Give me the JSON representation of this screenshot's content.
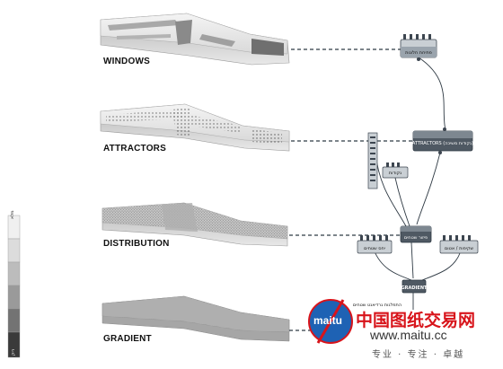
{
  "rows": [
    {
      "id": "windows",
      "label": "WINDOWS"
    },
    {
      "id": "attractors",
      "label": "ATTRACTORS"
    },
    {
      "id": "distribution",
      "label": "DISTRIBUTION"
    },
    {
      "id": "gradient",
      "label": "GRADIENT"
    }
  ],
  "nodes": {
    "windows_node": "פתיחת חלונות",
    "attractors_node": "ATTRACTORS (נקודות משיכה)",
    "vertical_node": "",
    "mid_node": "נקודות",
    "distribution_node": "פיזור שטחים",
    "left_small_node": "יחס שטחים",
    "right_small_node": "שקיפות / אטום",
    "gradient_node": "GRADIENT",
    "caption": "התפלגות גרדיאנט שטחים"
  },
  "scale": {
    "top_label": "מלא",
    "bottom_label": "ריק"
  },
  "watermark": {
    "badge": "maitu",
    "cn_title": "中国图纸交易网",
    "url": "www.maitu.cc",
    "slogan": "专业 · 专注 · 卓越"
  },
  "colors": {
    "node_fill": "#9aa4ad",
    "node_dark": "#3d4650",
    "connector": "#2f3a44",
    "watermark_red": "#d8141b",
    "badge_blue": "#1e62b4"
  }
}
